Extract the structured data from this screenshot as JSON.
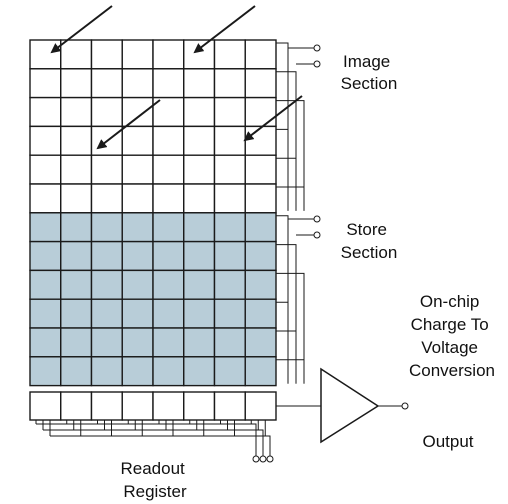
{
  "labels": {
    "image_section": [
      "Image",
      "Section"
    ],
    "store_section": [
      "Store",
      "Section"
    ],
    "conversion": [
      "On-chip",
      "Charge To",
      "Voltage",
      "Conversion"
    ],
    "output": "Output",
    "readout_register": [
      "Readout",
      "Register"
    ]
  },
  "grid": {
    "columns": 8,
    "image_rows": 6,
    "store_rows": 6,
    "register_cells": 8
  },
  "colors": {
    "store_fill": "#b8cdd8",
    "image_fill": "#ffffff",
    "line": "#1a1a1a"
  },
  "icons": [
    "light-arrow-icon",
    "amplifier-triangle-icon",
    "terminal-icon"
  ]
}
